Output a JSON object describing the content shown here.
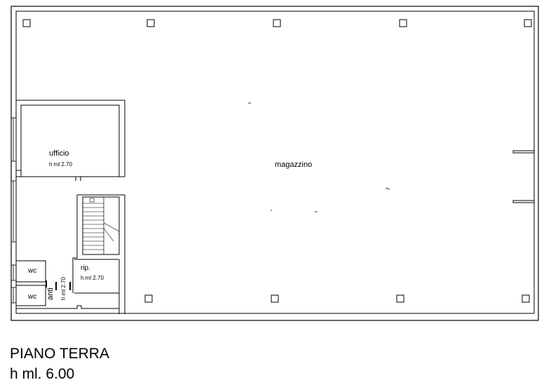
{
  "rooms": {
    "magazzino": {
      "label": "magazzino"
    },
    "ufficio": {
      "label": "ufficio",
      "height": "h ml 2.70"
    },
    "ripostiglio": {
      "label": "rip.",
      "height": "h ml 2.70"
    },
    "wc_upper": {
      "label": "wc"
    },
    "wc_lower": {
      "label": "wc"
    },
    "antibagno": {
      "label": "anti",
      "height": "h ml 2.70"
    }
  },
  "caption": {
    "floor": "PIANO TERRA",
    "height": "h ml. 6.00"
  },
  "colors": {
    "lines": "#000000",
    "background": "#ffffff"
  }
}
